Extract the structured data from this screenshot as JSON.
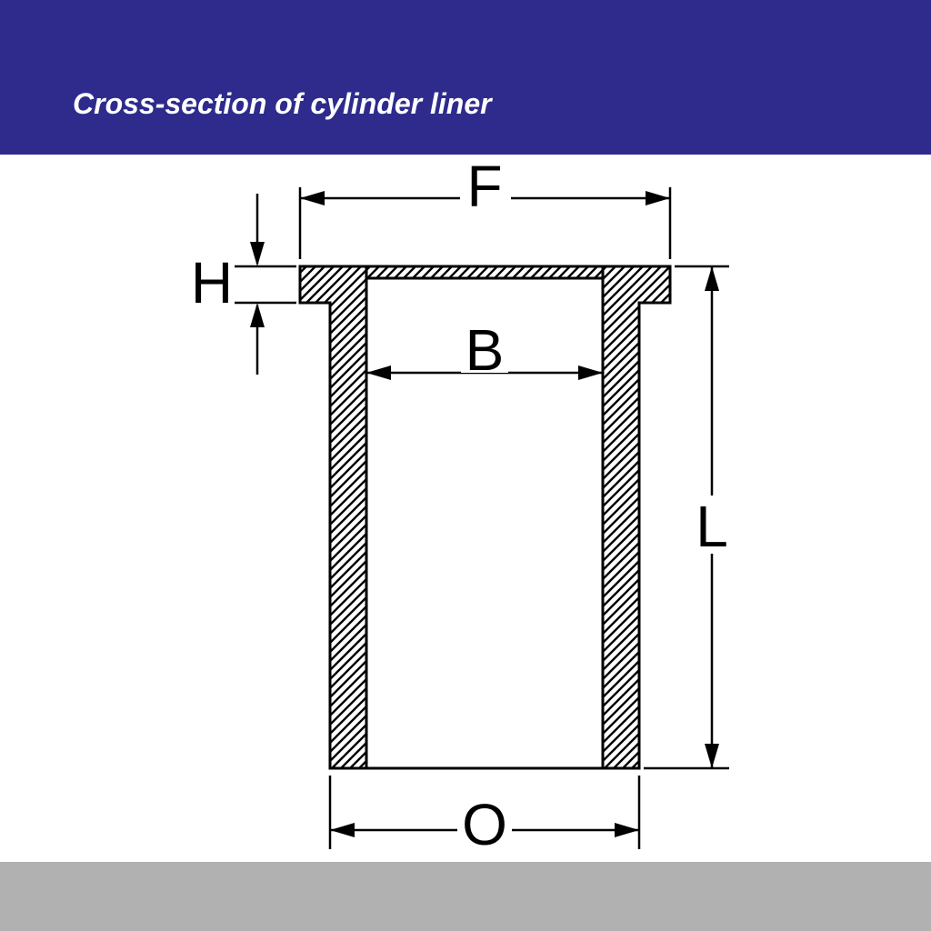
{
  "header": {
    "title": "Cross-section of cylinder liner",
    "background_color": "#2e2b8d",
    "text_color": "#ffffff"
  },
  "diagram": {
    "line_color": "#000000",
    "labels": {
      "f": "F",
      "h": "H",
      "b": "B",
      "l": "L",
      "o": "O"
    }
  },
  "footer": {
    "background_color": "#b1b1b1"
  }
}
